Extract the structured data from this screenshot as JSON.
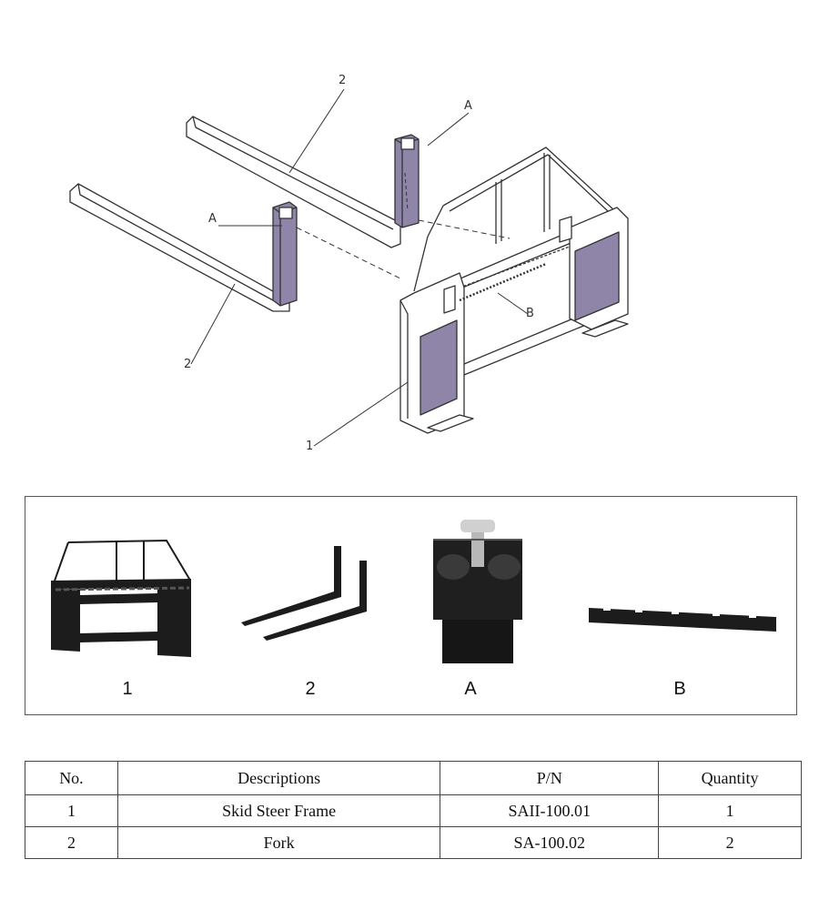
{
  "diagram": {
    "callouts": [
      {
        "id": "callout-2-top",
        "text": "2"
      },
      {
        "id": "callout-a-top",
        "text": "A"
      },
      {
        "id": "callout-a-left",
        "text": "A"
      },
      {
        "id": "callout-b",
        "text": "B"
      },
      {
        "id": "callout-2-bottom",
        "text": "2"
      },
      {
        "id": "callout-1",
        "text": "1"
      }
    ]
  },
  "photos": {
    "labels": [
      "1",
      "2",
      "A",
      "B"
    ]
  },
  "table": {
    "headers": [
      "No.",
      "Descriptions",
      "P/N",
      "Quantity"
    ],
    "rows": [
      [
        "1",
        "Skid Steer Frame",
        "SAII-100.01",
        "1"
      ],
      [
        "2",
        "Fork",
        "SA-100.02",
        "2"
      ]
    ]
  },
  "colors": {
    "line": "#333333",
    "panel_fill": "#8e85a8",
    "photo_dark": "#1c1c1c"
  }
}
